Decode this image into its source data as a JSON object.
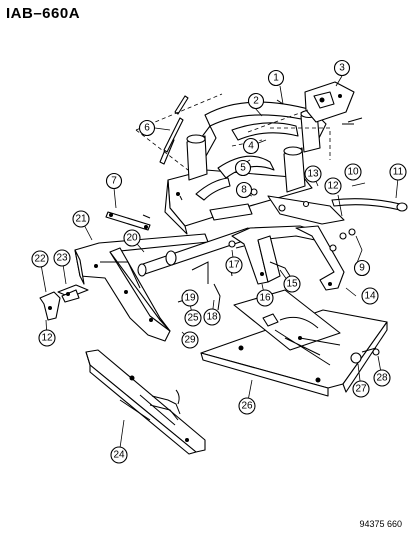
{
  "header": {
    "diagram_code": "IAB–660A"
  },
  "footer": {
    "reference_number": "94375 660"
  },
  "callouts": [
    {
      "id": "c1",
      "label": "1"
    },
    {
      "id": "c2",
      "label": "2"
    },
    {
      "id": "c3",
      "label": "3"
    },
    {
      "id": "c4",
      "label": "4"
    },
    {
      "id": "c5",
      "label": "5"
    },
    {
      "id": "c6",
      "label": "6"
    },
    {
      "id": "c7",
      "label": "7"
    },
    {
      "id": "c8",
      "label": "8"
    },
    {
      "id": "c9",
      "label": "9"
    },
    {
      "id": "c10",
      "label": "10"
    },
    {
      "id": "c11",
      "label": "11"
    },
    {
      "id": "c12a",
      "label": "12"
    },
    {
      "id": "c12b",
      "label": "12"
    },
    {
      "id": "c13",
      "label": "13"
    },
    {
      "id": "c14",
      "label": "14"
    },
    {
      "id": "c15",
      "label": "15"
    },
    {
      "id": "c16",
      "label": "16"
    },
    {
      "id": "c17",
      "label": "17"
    },
    {
      "id": "c18",
      "label": "18"
    },
    {
      "id": "c19",
      "label": "19"
    },
    {
      "id": "c20",
      "label": "20"
    },
    {
      "id": "c21",
      "label": "21"
    },
    {
      "id": "c22",
      "label": "22"
    },
    {
      "id": "c23",
      "label": "23"
    },
    {
      "id": "c24",
      "label": "24"
    },
    {
      "id": "c25",
      "label": "25"
    },
    {
      "id": "c26",
      "label": "26"
    },
    {
      "id": "c27",
      "label": "27"
    },
    {
      "id": "c28",
      "label": "28"
    },
    {
      "id": "c29",
      "label": "29"
    }
  ]
}
